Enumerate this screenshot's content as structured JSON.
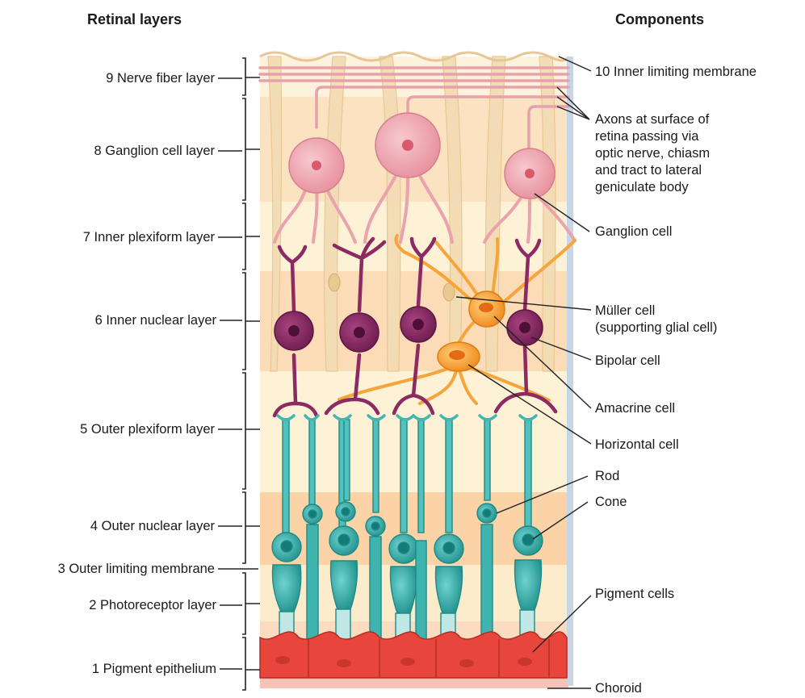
{
  "headers": {
    "left": "Retinal layers",
    "right": "Components"
  },
  "layers": [
    {
      "label": "9 Nerve fiber layer"
    },
    {
      "label": "8 Ganglion cell layer"
    },
    {
      "label": "7 Inner plexiform layer"
    },
    {
      "label": "6 Inner nuclear layer"
    },
    {
      "label": "5 Outer plexiform layer"
    },
    {
      "label": "4 Outer nuclear layer"
    },
    {
      "label": "3 Outer limiting membrane"
    },
    {
      "label": "2 Photoreceptor layer"
    },
    {
      "label": "1 Pigment epithelium"
    }
  ],
  "components": {
    "inner_limiting": "10 Inner limiting membrane",
    "axons": [
      "Axons at surface of",
      "retina passing via",
      "optic nerve, chiasm",
      "and tract to lateral",
      "geniculate body"
    ],
    "ganglion": "Ganglion cell",
    "muller": [
      "Müller cell",
      "(supporting glial cell)"
    ],
    "bipolar": "Bipolar cell",
    "amacrine": "Amacrine cell",
    "horizontal": "Horizontal cell",
    "rod": "Rod",
    "cone": "Cone",
    "pigment": "Pigment cells",
    "choroid": "Choroid"
  },
  "colors": {
    "ganglion": "#f2b6be",
    "bipolar": "#8b2a63",
    "amacrine": "#f5a53a",
    "photoreceptor": "#40b7b3",
    "pigment": "#e8463c",
    "muller_bg": "#f7e2bf",
    "band_light": "#fdf1d6",
    "band_peach": "#fbd7ae",
    "membrane": "#c7d6e6"
  }
}
